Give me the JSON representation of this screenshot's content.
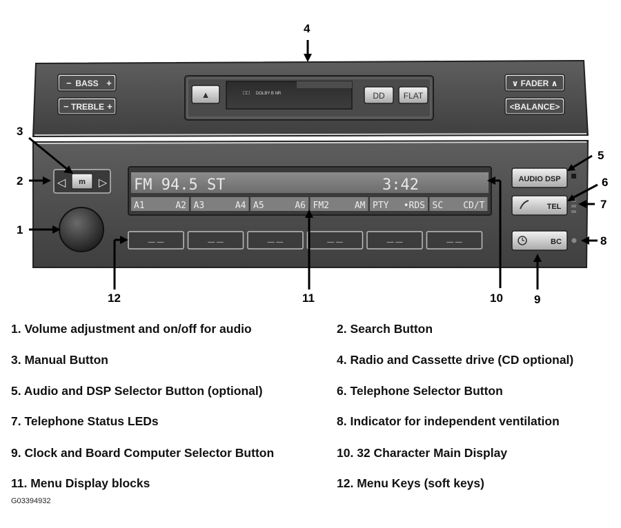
{
  "radio": {
    "bass_label": "BASS",
    "treble_label": "TREBLE",
    "minus": "−",
    "plus": "+",
    "eject_symbol": "▲",
    "dolby_label": "DOLBY B NR",
    "dolby_symbol": "□□",
    "dd_label": "DD",
    "flat_label": "FLAT",
    "fader_label": "∨ FADER ∧",
    "balance_label": "<BALANCE>",
    "search_left": "◁",
    "search_right": "▷",
    "manual_label": "m",
    "display_station": "FM 94.5 ST",
    "display_time": "3:42",
    "menu_blocks": [
      "A1",
      "A2",
      "A3",
      "A4",
      "A5",
      "A6",
      "FM2",
      "AM",
      "PTY",
      "•RDS",
      "SC",
      "CD/T"
    ],
    "softkey_label": "—   —",
    "audio_dsp_label": "AUDIO DSP",
    "tel_label": "TEL",
    "bc_label": "BC"
  },
  "callouts": [
    "1",
    "2",
    "3",
    "4",
    "5",
    "6",
    "7",
    "8",
    "9",
    "10",
    "11",
    "12"
  ],
  "legend": [
    "1. Volume adjustment and on/off for audio",
    "2. Search Button",
    "3. Manual Button",
    "4. Radio and Cassette drive (CD optional)",
    "5. Audio and DSP Selector Button (optional)",
    "6. Telephone Selector Button",
    "7. Telephone Status LEDs",
    "8. Indicator for independent ventilation",
    "9. Clock and Board Computer Selector Button",
    "10. 32 Character Main Display",
    "11. Menu Display blocks",
    "12. Menu Keys (soft keys)"
  ],
  "figure_id": "G03394932"
}
